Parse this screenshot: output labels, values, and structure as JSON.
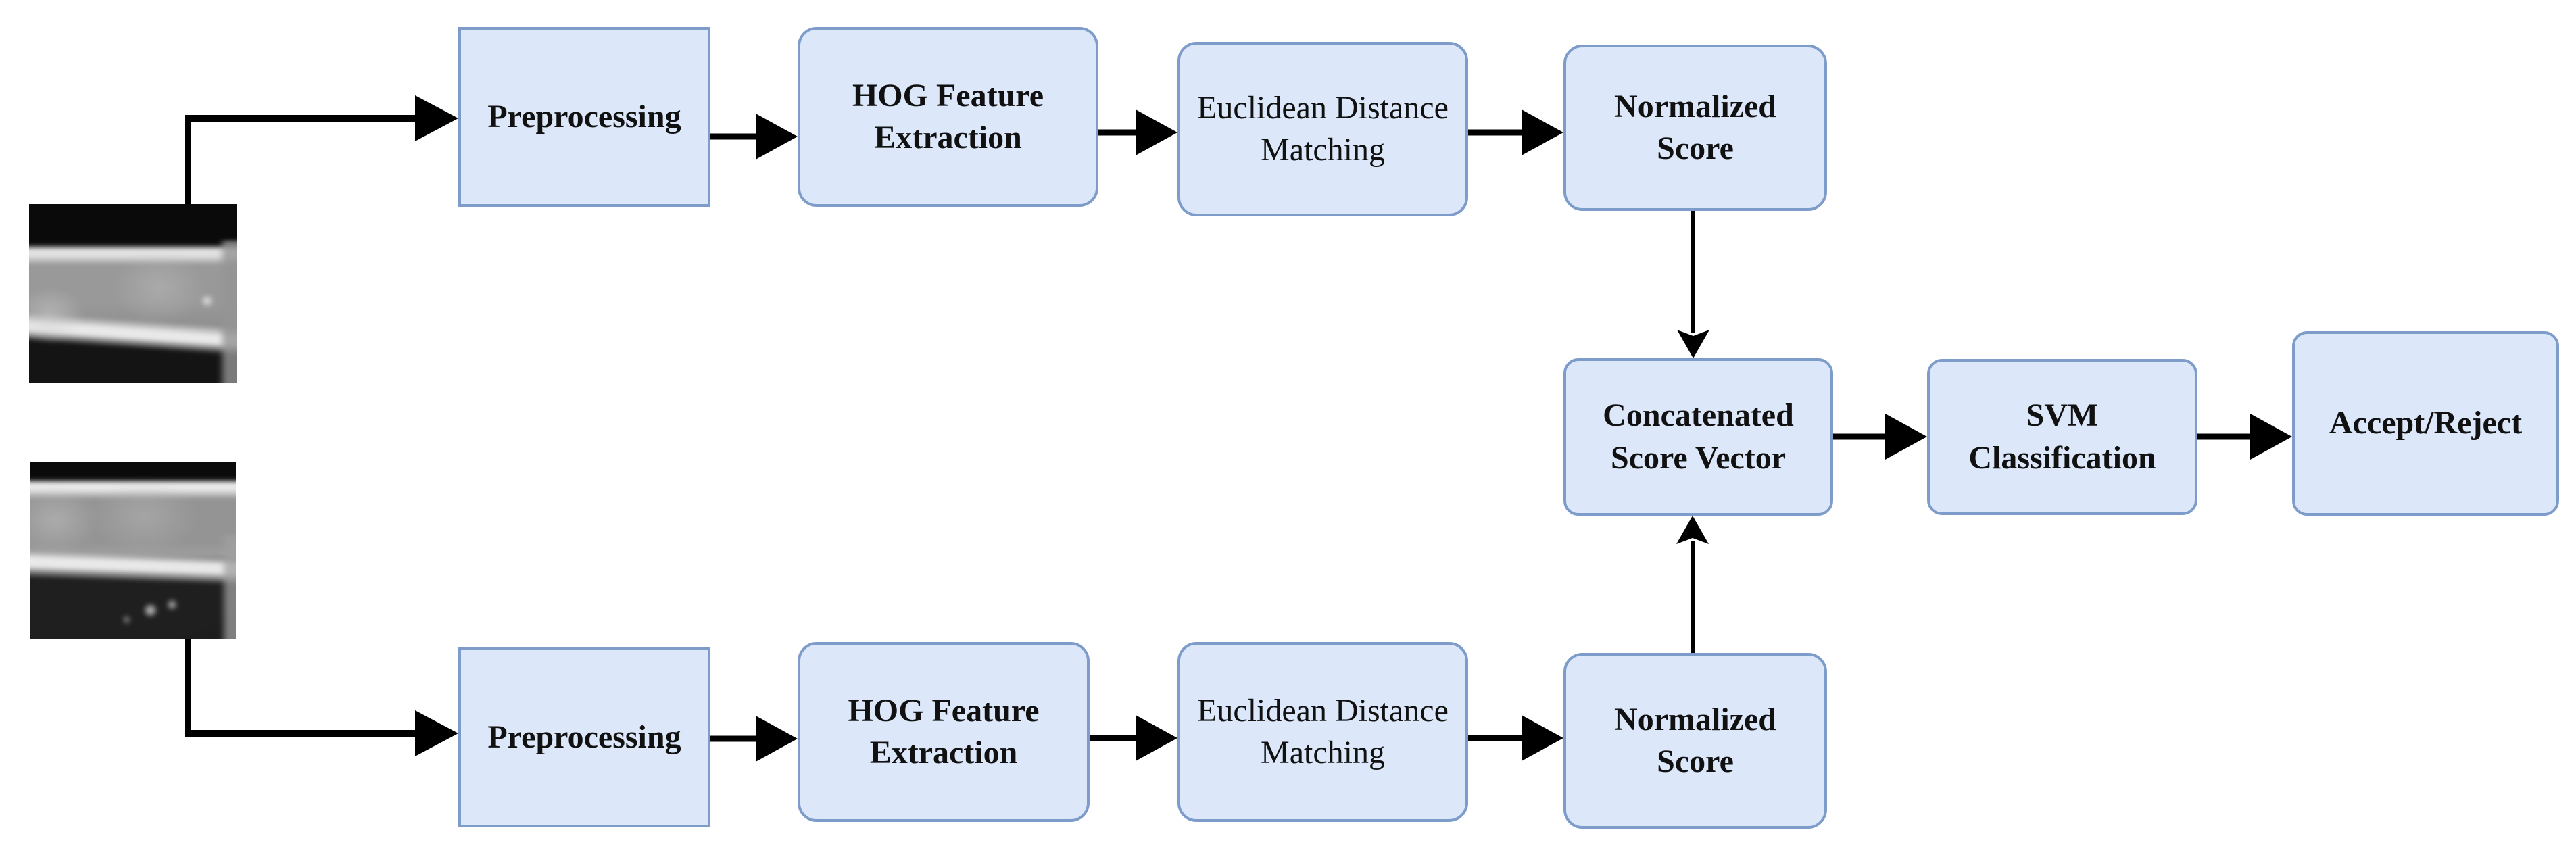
{
  "nodes": {
    "pre_top": {
      "label": "Preprocessing"
    },
    "hog_top": {
      "label": "HOG Feature\nExtraction"
    },
    "euclid_top": {
      "label": "Euclidean Distance\nMatching"
    },
    "norm_top": {
      "label": "Normalized\nScore"
    },
    "pre_bottom": {
      "label": "Preprocessing"
    },
    "hog_bottom": {
      "label": "HOG Feature\nExtraction"
    },
    "euclid_bottom": {
      "label": "Euclidean Distance\nMatching"
    },
    "norm_bottom": {
      "label": "Normalized\nScore"
    },
    "concat": {
      "label": "Concatenated\nScore Vector"
    },
    "svm": {
      "label": "SVM\nClassification"
    },
    "decision": {
      "label": "Accept/Reject"
    }
  },
  "images": {
    "input_top": "grayscale-vein-image",
    "input_bottom": "grayscale-vein-image"
  },
  "colors": {
    "background": "#ffffff",
    "node_fill": "#dce8fa",
    "node_border": "#7e9cc9",
    "arrow": "#000000",
    "text": "#111111"
  }
}
